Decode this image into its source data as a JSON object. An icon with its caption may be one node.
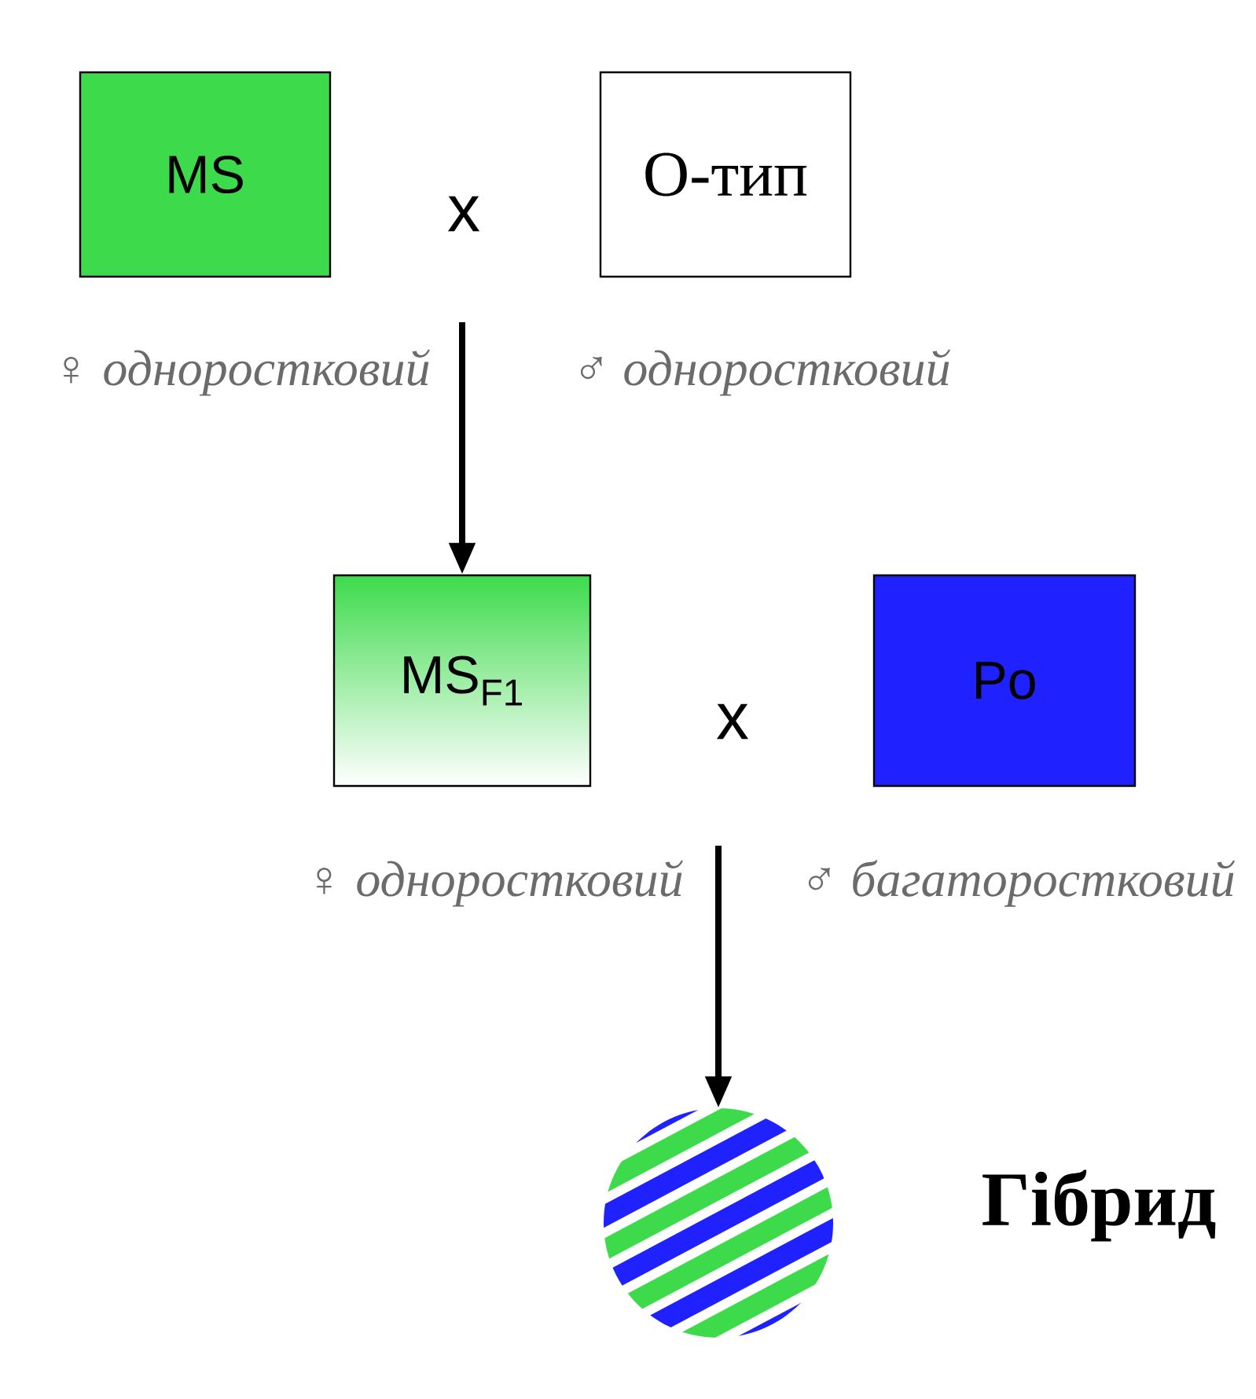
{
  "diagram": {
    "nodes": [
      {
        "text": [
          "MS"
        ]
      },
      {
        "text": [
          "О-тип"
        ]
      },
      {
        "text": [
          "MS$_{F1}$"
        ]
      },
      {
        "text": [
          "Po"
        ]
      },
      {
        "text": [],
        "shape": "picture",
        "beside": [
          "Гібрид"
        ]
      }
    ],
    "edges": [
      {
        "from": null,
        "to": 2,
        "arrow": "to"
      },
      {
        "from": null,
        "to": 4,
        "arrow": "to"
      }
    ],
    "labels": [
      "x",
      "♀ одноростковий",
      "♂ одноростковий",
      "x",
      "♀ одноростковий",
      "♂ багаторостковий"
    ]
  }
}
